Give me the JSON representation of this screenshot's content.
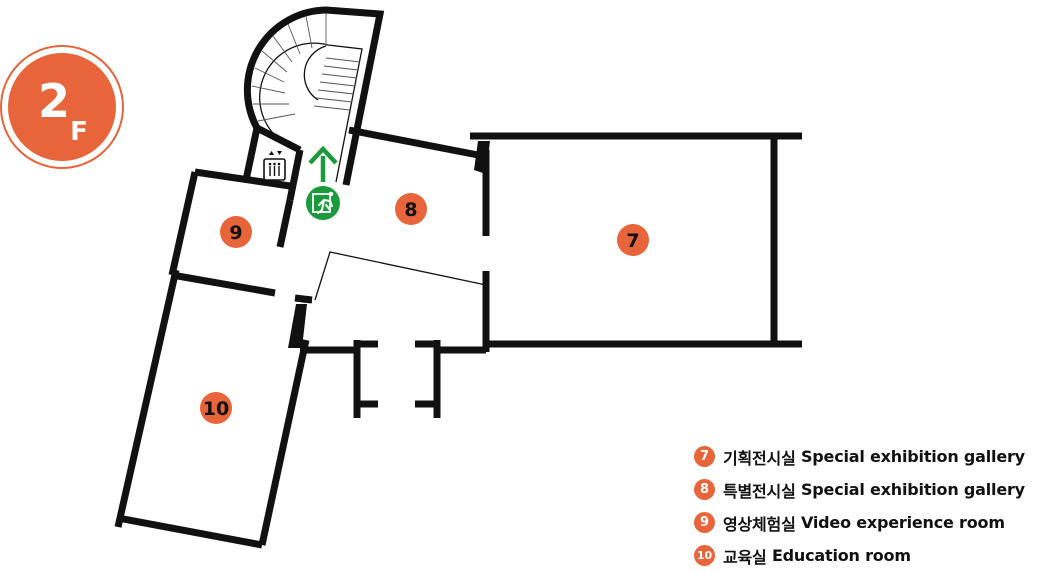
{
  "floor": {
    "label_number": "2",
    "label_letter": "F",
    "color": "#e8643a"
  },
  "rooms": [
    {
      "number": "7",
      "name_ko": "기획전시실",
      "name_en": "Special exhibition gallery"
    },
    {
      "number": "8",
      "name_ko": "특별전시실",
      "name_en": "Special exhibition gallery"
    },
    {
      "number": "9",
      "name_ko": "영상체험실",
      "name_en": "Video experience room"
    },
    {
      "number": "10",
      "name_ko": "교육실",
      "name_en": "Education room"
    }
  ],
  "icons": {
    "elevator": "elevator-icon",
    "emergency_exit": "emergency-exit-icon",
    "exit_direction": "up-arrow-icon"
  },
  "colors": {
    "badge": "#e8643a",
    "exit_green": "#1a9a3c",
    "wall": "#111111"
  }
}
